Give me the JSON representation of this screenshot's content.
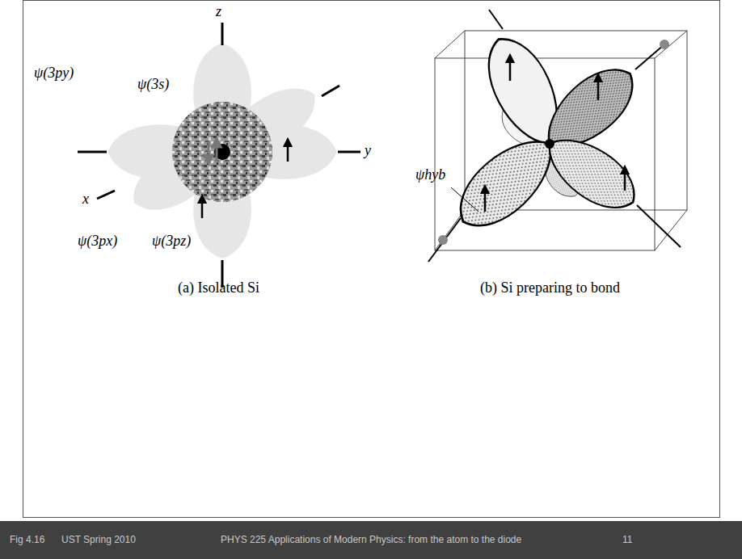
{
  "diagram": {
    "labels": [
      "z",
      "ψ(3s)",
      "ψ(3py)",
      "y",
      "x",
      "ψ(3px)",
      "ψ(3pz)",
      "ψhyb",
      "(a) Isolated Si",
      "(b) Si preparing to bond",
      "Fig 4.16",
      "UST Spring 2010",
      "PHYS 225 Applications of Modern Physics: from the atom to the diode",
      "11"
    ]
  }
}
